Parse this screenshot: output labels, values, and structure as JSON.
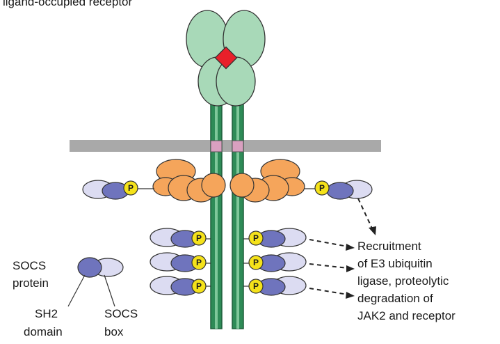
{
  "caption_top": "ligand-occupied receptor",
  "phospho_label": "P",
  "outcome_label": {
    "lines": [
      "Recruitment",
      "of E3 ubiquitin",
      "ligase, proteolytic",
      "degradation of",
      "JAK2 and receptor"
    ]
  },
  "legend": {
    "title_lines": [
      "SOCS",
      "protein"
    ],
    "domain_left_lines": [
      "SH2",
      "domain"
    ],
    "domain_right_lines": [
      "SOCS",
      "box"
    ]
  },
  "colors": {
    "ligand_red": "#e8202a",
    "receptor_green": "#a8d9b8",
    "stalk_green": "#2e8b57",
    "membrane_gray": "#a9a9a9",
    "tm_pink": "#d9a0c0",
    "jak_orange": "#f5a55b",
    "sh2_blue": "#6f74bd",
    "socs_box_lavender": "#dcdcf2",
    "phospho_yellow": "#f5e21a"
  }
}
